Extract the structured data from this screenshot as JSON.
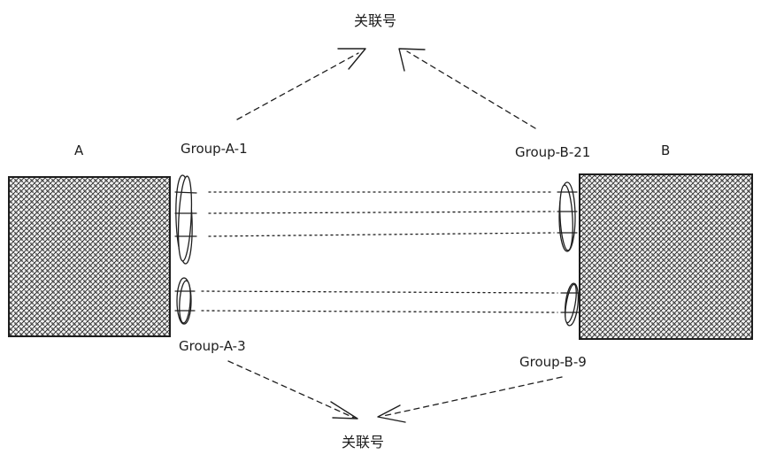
{
  "diagram": {
    "node_a": {
      "label": "A"
    },
    "node_b": {
      "label": "B"
    },
    "groups": {
      "a1": "Group-A-1",
      "a3": "Group-A-3",
      "b21": "Group-B-21",
      "b9": "Group-B-9"
    },
    "relation_top": "关联号",
    "relation_bottom": "关联号"
  },
  "colors": {
    "ink": "#1e1e1e",
    "background": "#ffffff"
  }
}
